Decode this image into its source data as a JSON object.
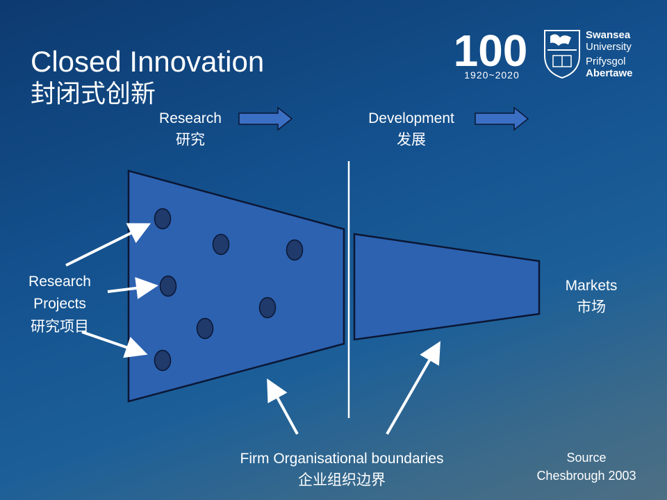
{
  "title": {
    "en": "Closed Innovation",
    "zh": "封闭式创新"
  },
  "logo": {
    "centenary_number": "100",
    "centenary_years": "1920~2020",
    "university_lines": [
      "Swansea",
      "University",
      "Prifysgol",
      "Abertawe"
    ],
    "crest_icon": "university-crest-icon"
  },
  "phases": {
    "research": {
      "en": "Research",
      "zh": "研究"
    },
    "development": {
      "en": "Development",
      "zh": "发展"
    }
  },
  "research_projects": {
    "lines": [
      "Research",
      "Projects",
      "研究项目"
    ]
  },
  "markets": {
    "en": "Markets",
    "zh": "市场"
  },
  "boundaries": {
    "en": "Firm Organisational boundaries",
    "zh": "企业组织边界"
  },
  "source": {
    "line1": "Source",
    "line2": "Chesbrough 2003"
  },
  "colors": {
    "shape_fill": "#2c62b0",
    "shape_stroke": "#0b1633",
    "dot_fill": "#1f3a6b",
    "arrow_fill": "#3a6fc4",
    "text": "#ffffff"
  }
}
